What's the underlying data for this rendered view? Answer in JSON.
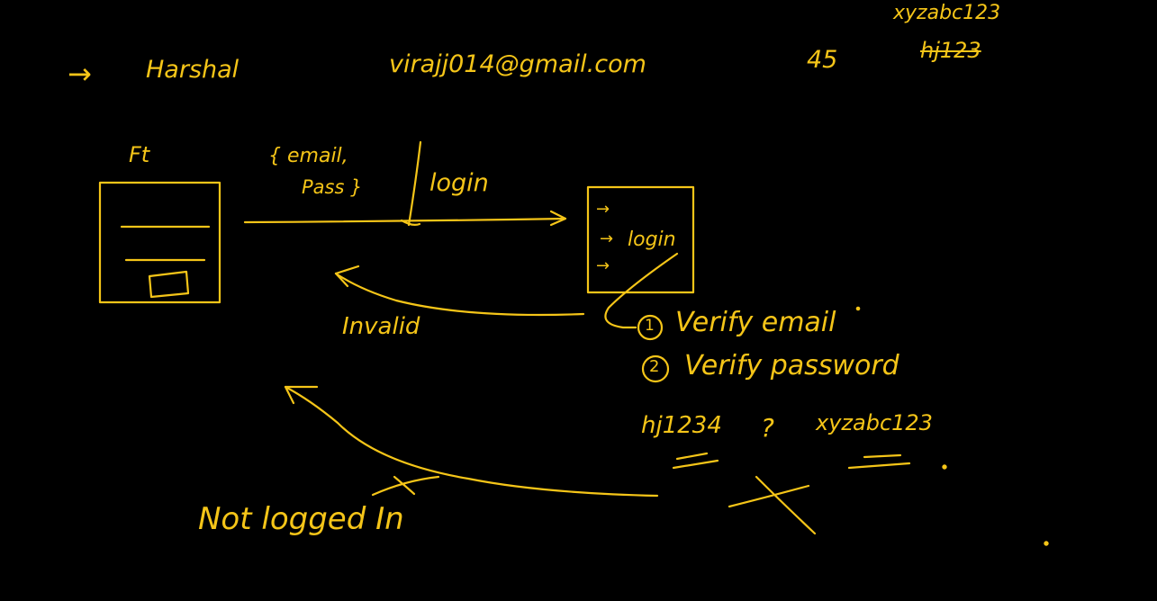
{
  "theme": {
    "ink": "#f5c518",
    "background": "#000000"
  },
  "header": {
    "arrow": "→",
    "name": "Harshal",
    "email": "virajj014@gmail.com",
    "number": "45",
    "password_new": "xyzabc123",
    "password_old": "hj123"
  },
  "frontend": {
    "label": "Ft"
  },
  "request": {
    "payload_line1": "{ email,",
    "payload_line2": "Pass }",
    "route": "login"
  },
  "server": {
    "route": "login",
    "bullets": [
      "→",
      "→",
      "→"
    ]
  },
  "steps": [
    {
      "num": "1",
      "text": "Verify email"
    },
    {
      "num": "2",
      "text": "Verify password"
    }
  ],
  "comparison": {
    "entered": "hj1234",
    "question": "?",
    "stored": "xyzabc123"
  },
  "responses": {
    "invalid": "Invalid",
    "not_logged_in": "Not logged In"
  }
}
